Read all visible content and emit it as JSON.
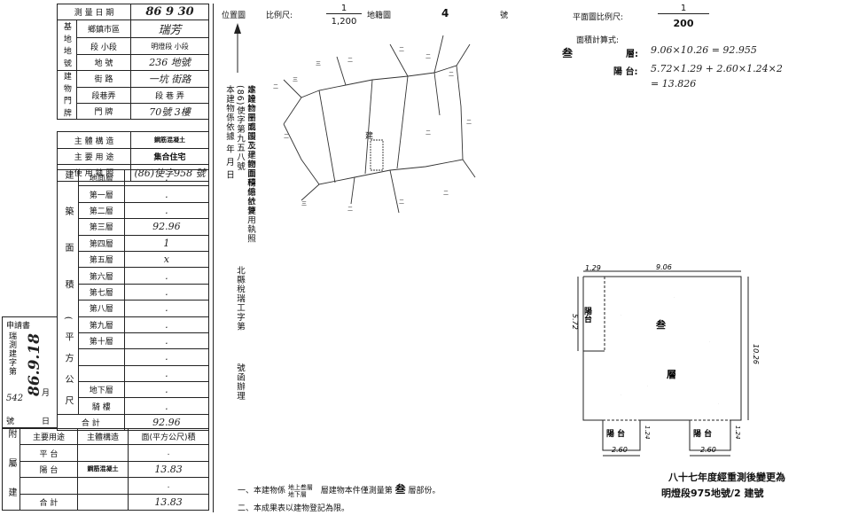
{
  "left_table": {
    "survey_date_label": "測 量 日 期",
    "survey_date_value": "86 9 30",
    "base_group_label": "基 地 地 號",
    "township_label": "鄉鎮市區",
    "township_value": "瑞芳",
    "section_label": "段 小段",
    "section_value": "明燈段 小段",
    "land_no_label": "地 號",
    "land_no_value": "236 地號",
    "door_group_label": "建 物 門 牌",
    "street_label": "街 路",
    "street_value": "一坑 街路",
    "lane_label": "段巷弄",
    "lane_value": "段 巷 弄",
    "door_label": "門 牌",
    "door_value": "70號 3樓",
    "main_structure_label": "主 體 構 造",
    "main_structure_value": "鋼筋混凝土",
    "main_use_label": "主 要 用 途",
    "main_use_value": "集合住宅",
    "license_label": "使 用 執 照",
    "license_value": "(86)使字958 號",
    "area_group_label": "建 築 面 積 (平方公尺)",
    "floors": [
      {
        "label": "地面層",
        "value": "."
      },
      {
        "label": "第一層",
        "value": "."
      },
      {
        "label": "第二層",
        "value": "."
      },
      {
        "label": "第三層",
        "value": "92.96"
      },
      {
        "label": "第四層",
        "value": "1"
      },
      {
        "label": "第五層",
        "value": "x"
      },
      {
        "label": "第六層",
        "value": "."
      },
      {
        "label": "第七層",
        "value": "."
      },
      {
        "label": "第八層",
        "value": "."
      },
      {
        "label": "第九層",
        "value": "."
      },
      {
        "label": "第十層",
        "value": "."
      },
      {
        "label": "",
        "value": "."
      },
      {
        "label": "",
        "value": "."
      },
      {
        "label": "地下層",
        "value": "."
      },
      {
        "label": "騎 樓",
        "value": "."
      }
    ],
    "total_label": "合 計",
    "total_value": "92.96",
    "attached_label": "附 屬 建 物",
    "att_header_use": "主要用途",
    "att_header_struct": "主體構造",
    "att_header_area": "面(平方公尺)積",
    "att_rows": [
      {
        "use": "平 台",
        "struct": "",
        "area": "."
      },
      {
        "use": "陽 台",
        "struct": "鋼筋混凝土",
        "area": "13.83"
      },
      {
        "use": "",
        "struct": "",
        "area": "."
      },
      {
        "use": "合 計",
        "struct": "",
        "area": "13.83"
      }
    ],
    "application_label": "申請書",
    "application_sub": "瑞測建字第",
    "application_no": "542",
    "application_date": "86.9.18",
    "application_suffix": "號",
    "application_month": "月",
    "application_day": "日"
  },
  "location_map": {
    "title": "位置圖",
    "scale_label": "比例尺:",
    "scale_num": "1",
    "scale_den": "1,200",
    "map_label": "地籍圖",
    "map_no": "4",
    "map_unit": "號",
    "building_label": "建"
  },
  "statement": {
    "line1": "本建物係依據 年 月 日",
    "line2": "本建物平面圖及建物面積係依使用執照(86)使字第九五八號",
    "line3": "北縣稅瑞工字第",
    "line4": "號函辦理",
    "line5": "建設計圖或竣工平面圖轉繪計算"
  },
  "floor_plan": {
    "scale_label": "平面圖比例尺:",
    "scale_num": "1",
    "scale_den": "200",
    "formula_label": "面積計算式:",
    "floor_name": "叁",
    "floor_label": "層:",
    "floor_formula": "9.06×10.26 = 92.955",
    "balcony_label": "陽 台:",
    "balcony_formula1": "5.72×1.29 + 2.60×1.24×2",
    "balcony_formula2": "= 13.826",
    "dim_top_left": "1.29",
    "dim_top": "9.06",
    "dim_left": "5.72",
    "dim_right": "10.26",
    "dim_bottom_left": "2.60",
    "dim_bottom_right": "2.60",
    "dim_small_left": "1.24",
    "dim_small_right": "1.24",
    "room_balcony_left": "陽台",
    "room_main_1": "叁",
    "room_main_2": "層",
    "room_balcony_bottom_left": "陽 台",
    "room_balcony_bottom_right": "陽 台"
  },
  "notes": {
    "note1_prefix": "一、本建物係",
    "note1_floors": "地上叁層 地下層",
    "note1_mid": "層建物本件僅測量第",
    "note1_floor": "叁",
    "note1_suffix": "層部份。",
    "note2": "二、本成果表以建物登記為限。"
  },
  "change_note": {
    "line1": "八十七年度經重測後變更為",
    "line2": "明燈段975地號/2 建號"
  }
}
